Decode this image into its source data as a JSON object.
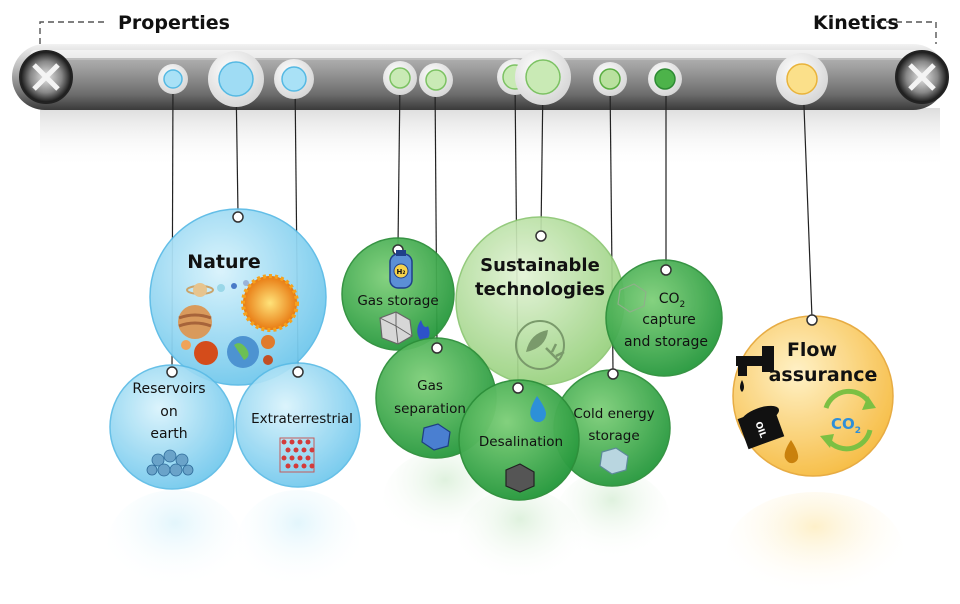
{
  "header": {
    "left_label": "Properties",
    "right_label": "Kinetics"
  },
  "bubbles": {
    "nature": "Nature",
    "reservoirs": [
      "Reservoirs",
      "on",
      "earth"
    ],
    "extraterrestrial": "Extraterrestrial",
    "gas_storage": "Gas storage",
    "gas_separation": [
      "Gas",
      "separation"
    ],
    "sustainable": [
      "Sustainable",
      "technologies"
    ],
    "desalination": "Desalination",
    "cold_energy": [
      "Cold energy",
      "storage"
    ],
    "co2_capture": {
      "co": "CO",
      "sub": "2",
      "line2": "capture",
      "line3": "and storage"
    },
    "flow_assurance": [
      "Flow",
      "assurance"
    ]
  },
  "badges": {
    "h2": "H₂",
    "oil": "OIL",
    "co2": "CO",
    "co2_sub": "2"
  },
  "colors": {
    "blue": "#8fd3f0",
    "green": "#3fae4a",
    "light_green": "#a9d88f",
    "yellow": "#f9c84a"
  }
}
